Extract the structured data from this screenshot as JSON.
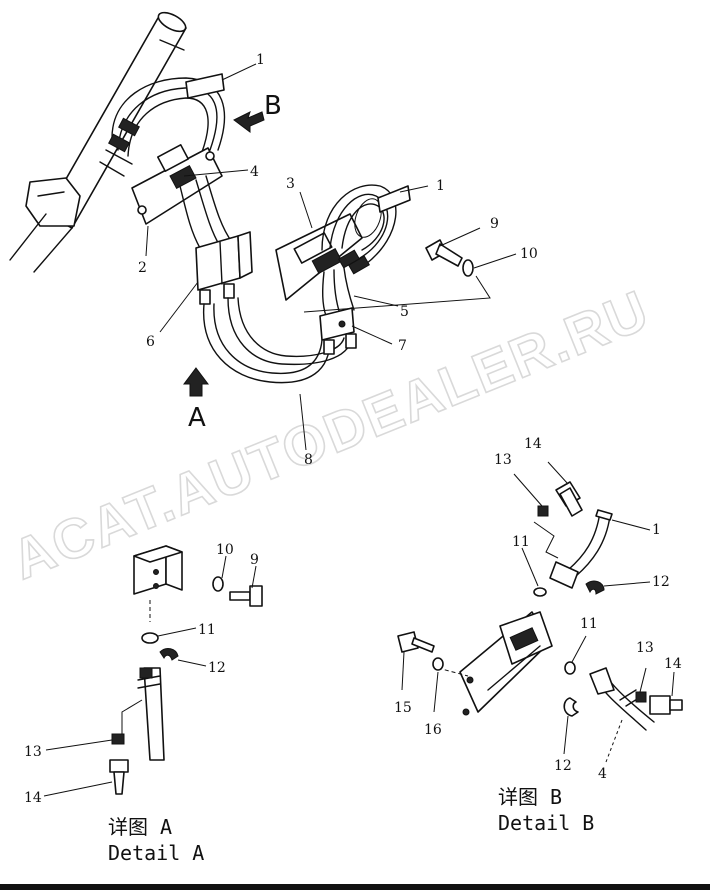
{
  "watermark": "ACAT.AUTODEALER.RU",
  "view_labels": {
    "view_b": "B",
    "view_a": "A"
  },
  "callouts": {
    "c1a": "1",
    "c1b": "1",
    "c2": "2",
    "c3": "3",
    "c4": "4",
    "c5": "5",
    "c6": "6",
    "c7": "7",
    "c8": "8",
    "c9": "9",
    "c10": "10",
    "a10": "10",
    "a9": "9",
    "a11": "11",
    "a12": "12",
    "a13": "13",
    "a14": "14",
    "b14a": "14",
    "b13a": "13",
    "b1": "1",
    "b11a": "11",
    "b12a": "12",
    "b11b": "11",
    "b15": "15",
    "b16": "16",
    "b13b": "13",
    "b14b": "14",
    "b12b": "12",
    "b4": "4"
  },
  "detail_a": {
    "cn": "详图 A",
    "en": "Detail A"
  },
  "detail_b": {
    "cn": "详图 B",
    "en": "Detail B"
  }
}
